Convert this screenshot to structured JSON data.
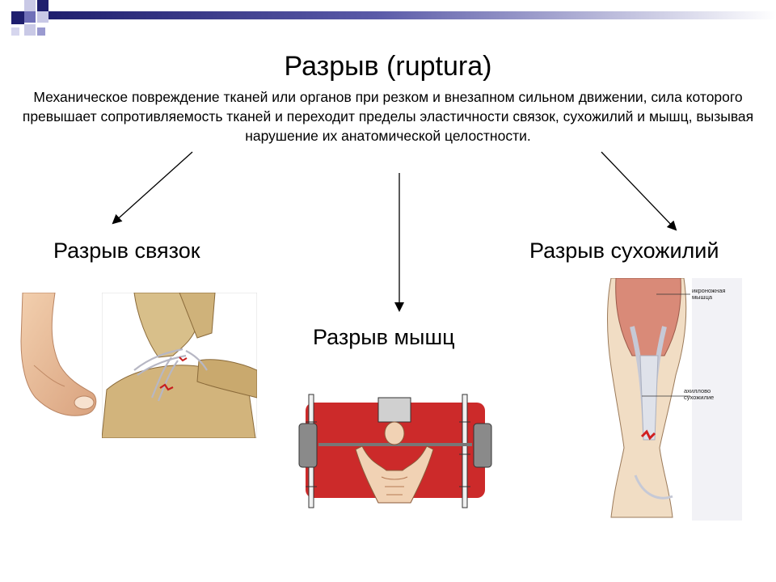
{
  "slide": {
    "title": "Разрыв (ruptura)",
    "definition": "Механическое повреждение тканей или органов при резком и внезапном сильном движении, сила которого превышает сопротивляемость тканей и переходит пределы эластичности связок, сухожилий и мышц, вызывая нарушение их анатомической целостности."
  },
  "branches": {
    "ligament": "Разрыв связок",
    "muscle": "Разрыв мышц",
    "tendon": "Разрыв сухожилий"
  },
  "tendon_figure": {
    "calf_label_line1": "икроножная",
    "calf_label_line2": "мышца",
    "achilles_label_line1": "ахиллово",
    "achilles_label_line2": "сухожилие"
  },
  "colors": {
    "header_bar_dark": "#1f1f6e",
    "header_bar_light": "#d6d6ee",
    "arrow": "#000000"
  },
  "icons": [
    "decorative-squares-icon",
    "arrow-icon"
  ]
}
